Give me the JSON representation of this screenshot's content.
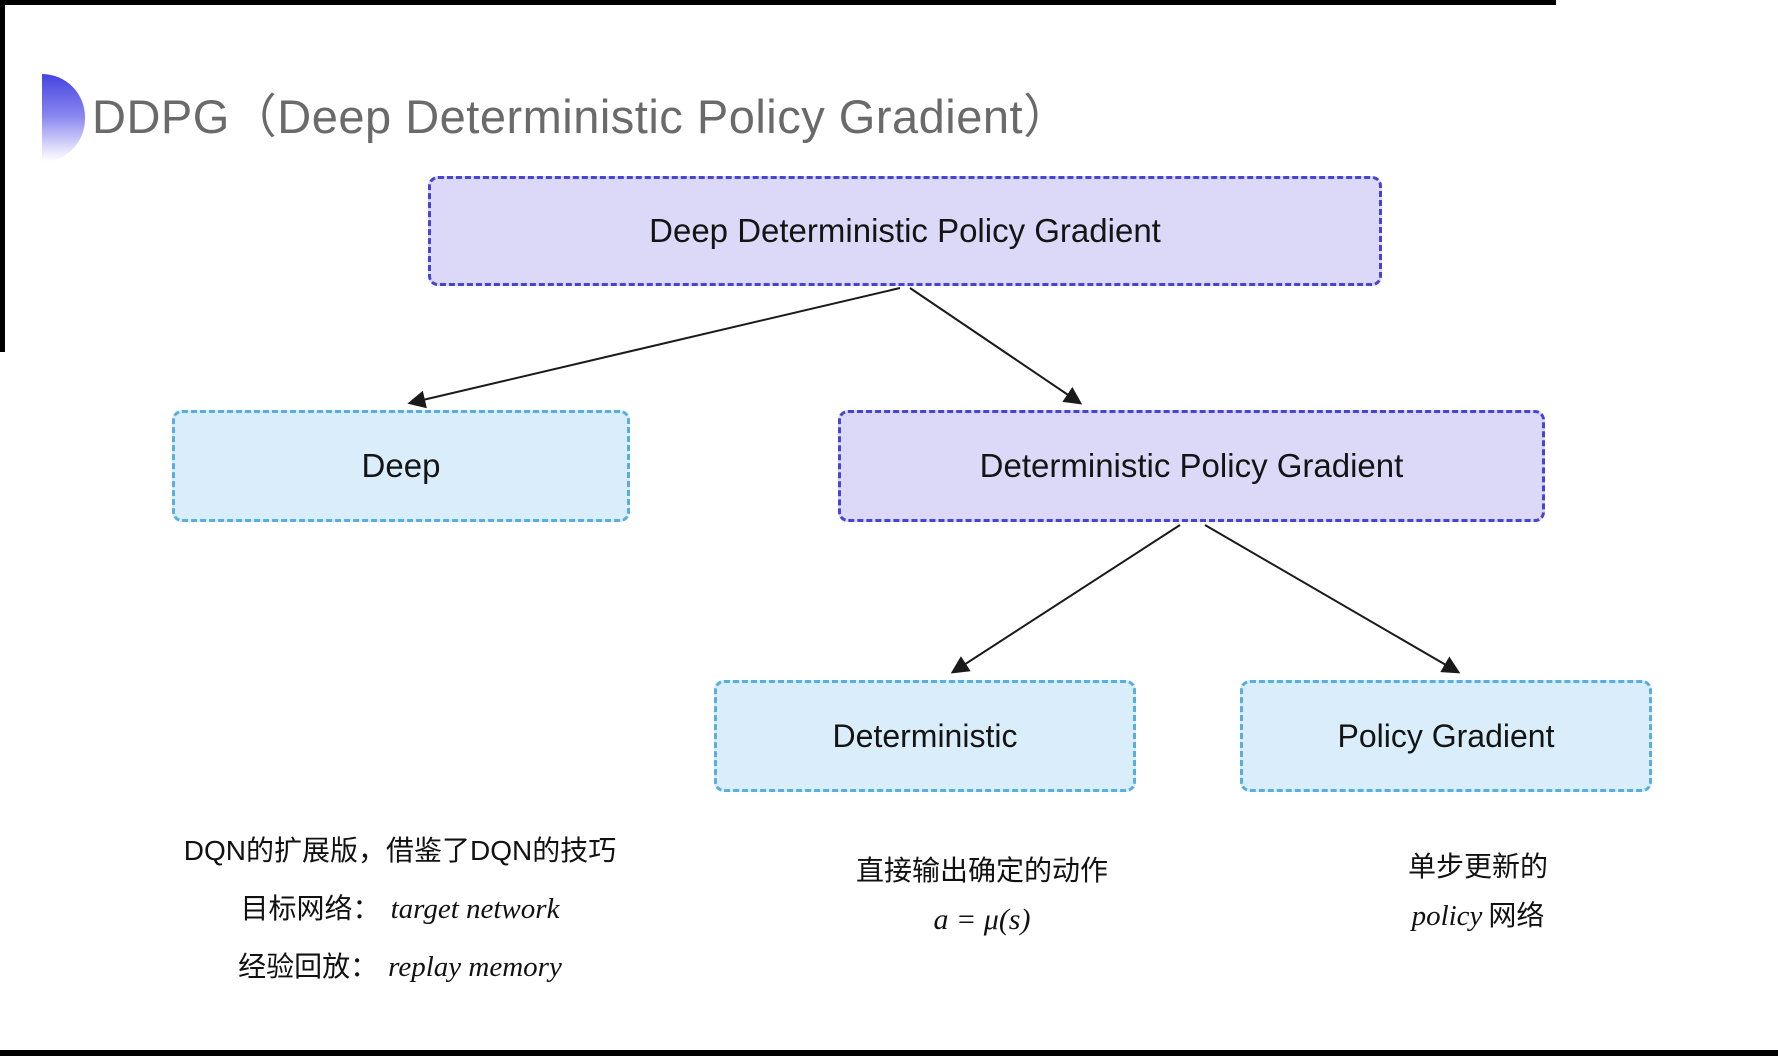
{
  "slide_title": "DDPG（Deep Deterministic Policy Gradient）",
  "nodes": {
    "root": {
      "label": "Deep Deterministic Policy Gradient"
    },
    "deep": {
      "label": "Deep"
    },
    "dpg": {
      "label": "Deterministic Policy Gradient"
    },
    "deterministic": {
      "label": "Deterministic"
    },
    "policy_gradient": {
      "label": "Policy Gradient"
    }
  },
  "edges": [
    {
      "from": "root",
      "to": "deep"
    },
    {
      "from": "root",
      "to": "dpg"
    },
    {
      "from": "dpg",
      "to": "deterministic"
    },
    {
      "from": "dpg",
      "to": "policy_gradient"
    }
  ],
  "annotations": {
    "deep": {
      "line1": "DQN的扩展版，借鉴了DQN的技巧",
      "target_network_zh": "目标网络：",
      "target_network_en": "target network",
      "replay_memory_zh": "经验回放：",
      "replay_memory_en": "replay memory"
    },
    "deterministic": {
      "line1": "直接输出确定的动作",
      "formula": "a = μ(s)"
    },
    "policy_gradient": {
      "line1": "单步更新的",
      "line2_en": "policy",
      "line2_zh": "网络"
    }
  },
  "colors": {
    "purple_fill": "#dcd9f8",
    "purple_border": "#4644d2",
    "cyan_fill": "#d9eefa",
    "cyan_border": "#59aede",
    "title_gray": "#6a6a6a",
    "accent_top": "#4444e0",
    "arrow": "#1a1a1a"
  }
}
